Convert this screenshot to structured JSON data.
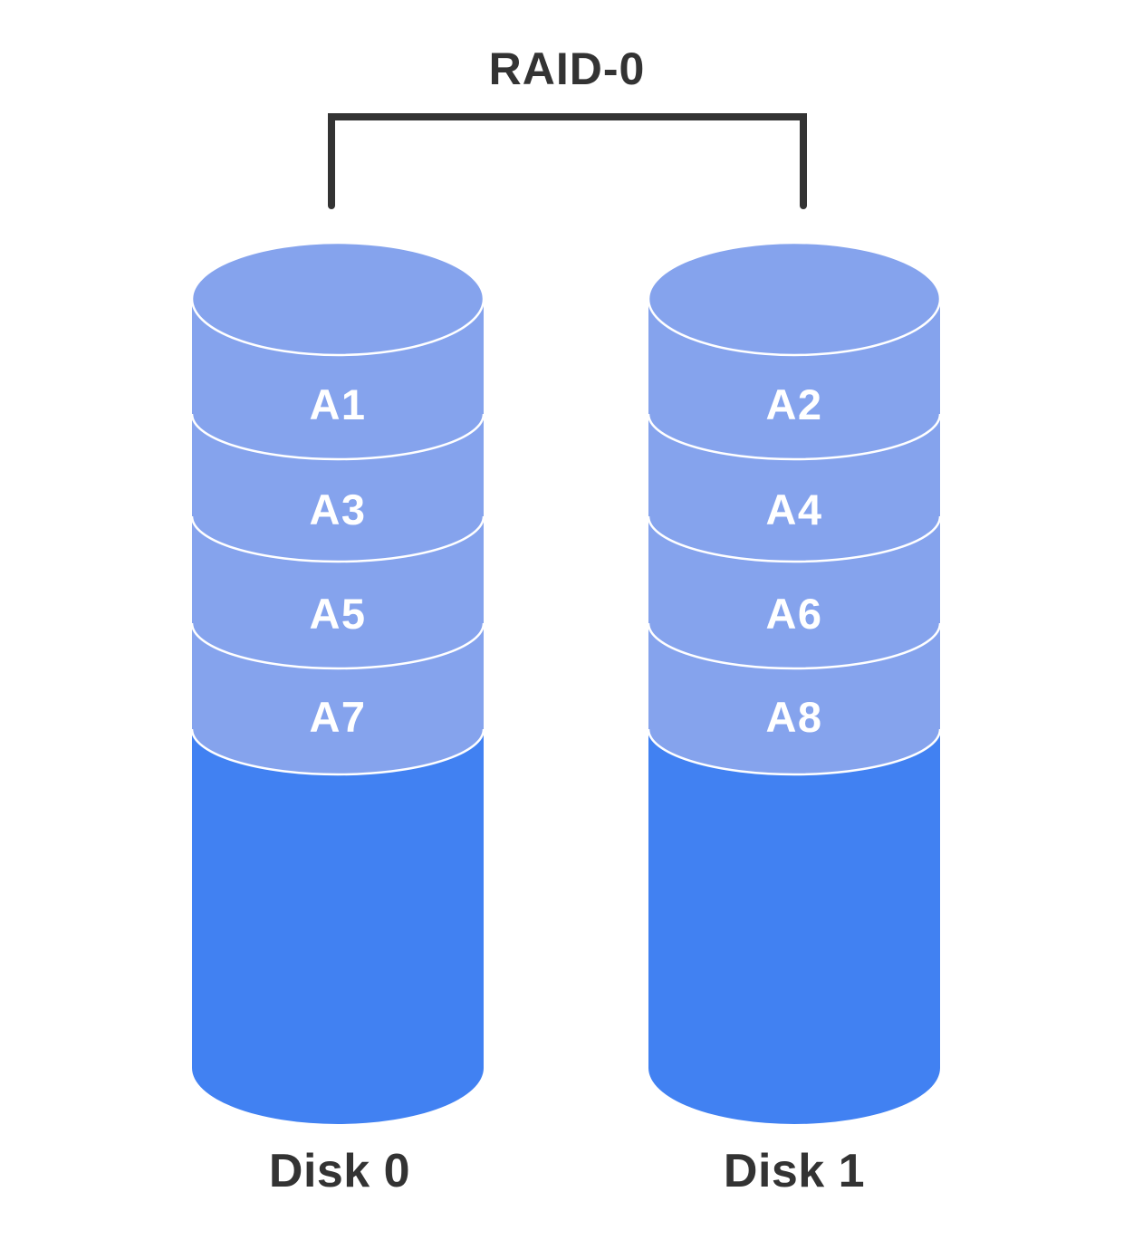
{
  "title": "RAID-0",
  "colors": {
    "stripe_fill": "#85A3ED",
    "disk_fill": "#4181F2",
    "divider_stroke": "#FFFFFF",
    "ink": "#333333"
  },
  "disks": [
    {
      "name": "Disk 0",
      "blocks": [
        "A1",
        "A3",
        "A5",
        "A7"
      ]
    },
    {
      "name": "Disk 1",
      "blocks": [
        "A2",
        "A4",
        "A6",
        "A8"
      ]
    }
  ]
}
